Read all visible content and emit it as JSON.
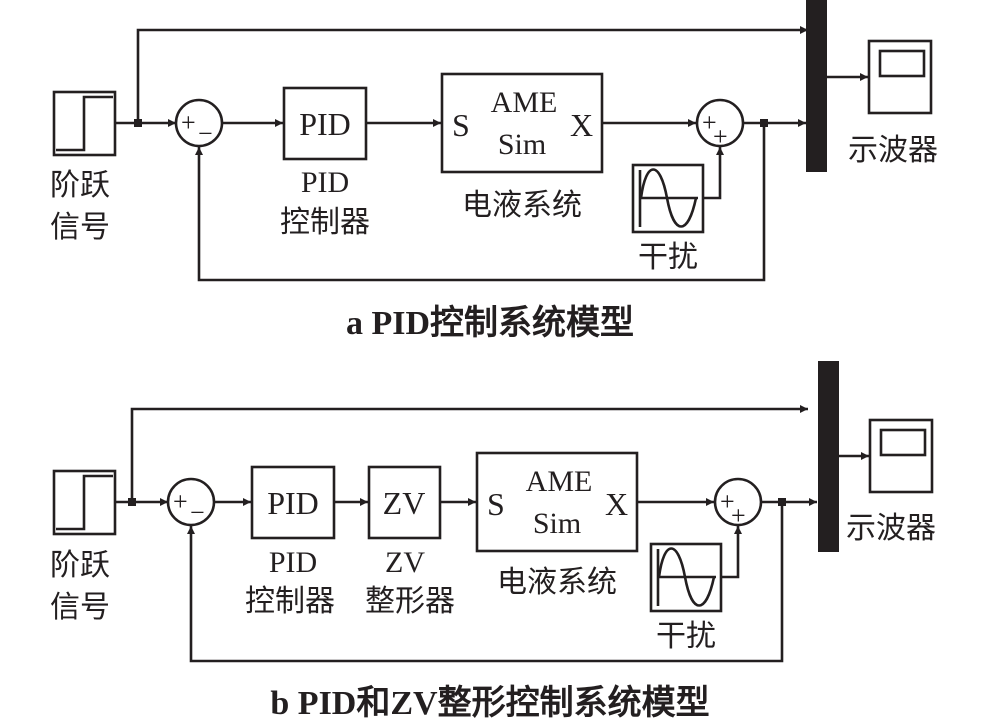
{
  "diagram_a": {
    "caption": "a PID控制系统模型",
    "blocks": {
      "step": {
        "label_line1": "阶跃",
        "label_line2": "信号",
        "icon": "step-signal-icon"
      },
      "sum1": {
        "signs_top": "+",
        "signs_bottom": "−"
      },
      "pid": {
        "text": "PID",
        "label_line1": "PID",
        "label_line2": "控制器"
      },
      "amesim": {
        "left": "S",
        "top": "AME",
        "bottom": "Sim",
        "right": "X",
        "label": "电液系统"
      },
      "sum2": {
        "signs_top": "+",
        "signs_bottom": "+"
      },
      "disturbance": {
        "label": "干扰",
        "icon": "sine-wave-icon"
      },
      "scope": {
        "label": "示波器",
        "icon": "scope-icon"
      }
    }
  },
  "diagram_b": {
    "caption": "b PID和ZV整形控制系统模型",
    "blocks": {
      "step": {
        "label_line1": "阶跃",
        "label_line2": "信号",
        "icon": "step-signal-icon"
      },
      "sum1": {
        "signs_top": "+",
        "signs_bottom": "−"
      },
      "pid": {
        "text": "PID",
        "label_line1": "PID",
        "label_line2": "控制器"
      },
      "zv": {
        "text": "ZV",
        "label_line1": "ZV",
        "label_line2": "整形器"
      },
      "amesim": {
        "left": "S",
        "top": "AME",
        "bottom": "Sim",
        "right": "X",
        "label": "电液系统"
      },
      "sum2": {
        "signs_top": "+",
        "signs_bottom": "+"
      },
      "disturbance": {
        "label": "干扰",
        "icon": "sine-wave-icon"
      },
      "scope": {
        "label": "示波器",
        "icon": "scope-icon"
      }
    }
  }
}
